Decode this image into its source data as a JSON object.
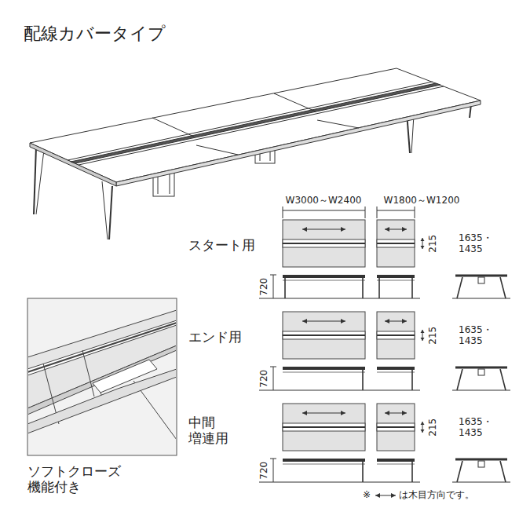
{
  "diagram": {
    "title": "配線カバータイプ",
    "labels": [
      "W3000～W2400",
      "W1800～W1200",
      "スタート用",
      "215",
      "1635・ 1435",
      "720",
      "エンド用",
      "215",
      "1635・ 1435",
      "720",
      "中間 増連用",
      "215",
      "1635・ 1435",
      "720",
      "ソフトクローズ 機能付き",
      "※",
      "は木目方向です。"
    ]
  }
}
